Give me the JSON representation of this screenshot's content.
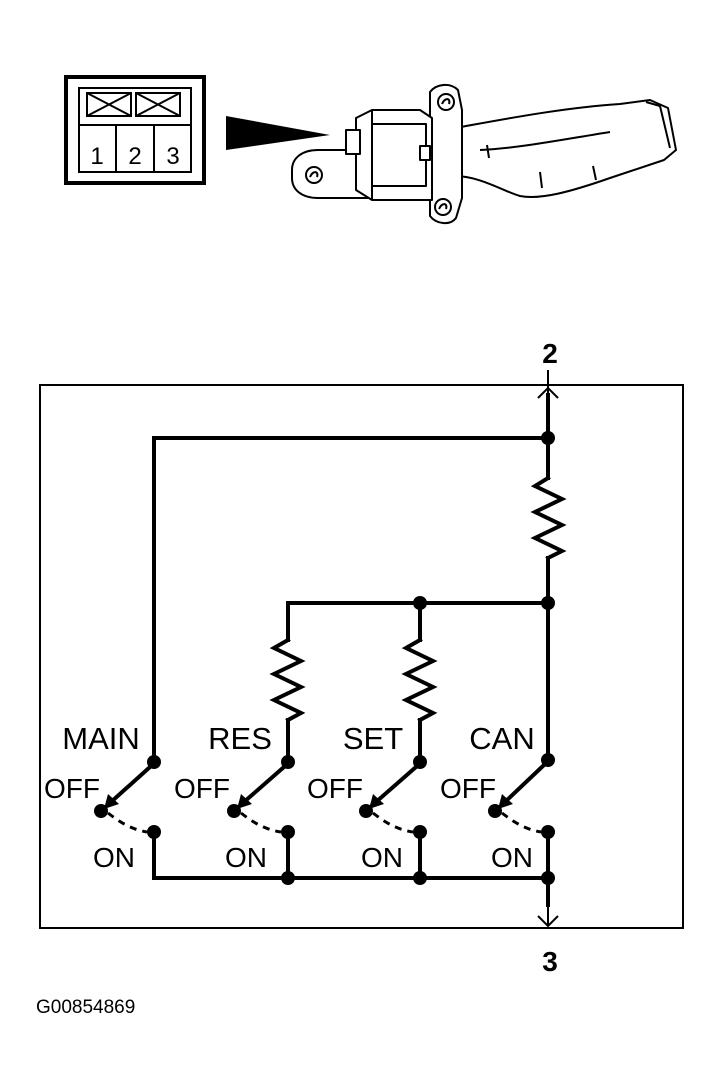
{
  "connector": {
    "pins": [
      "1",
      "2",
      "3"
    ]
  },
  "terminals": {
    "top": "2",
    "bottom": "3"
  },
  "switches": [
    {
      "name": "MAIN",
      "off": "OFF",
      "on": "ON"
    },
    {
      "name": "RES",
      "off": "OFF",
      "on": "ON"
    },
    {
      "name": "SET",
      "off": "OFF",
      "on": "ON"
    },
    {
      "name": "CAN",
      "off": "OFF",
      "on": "ON"
    }
  ],
  "figure_code": "G00854869"
}
